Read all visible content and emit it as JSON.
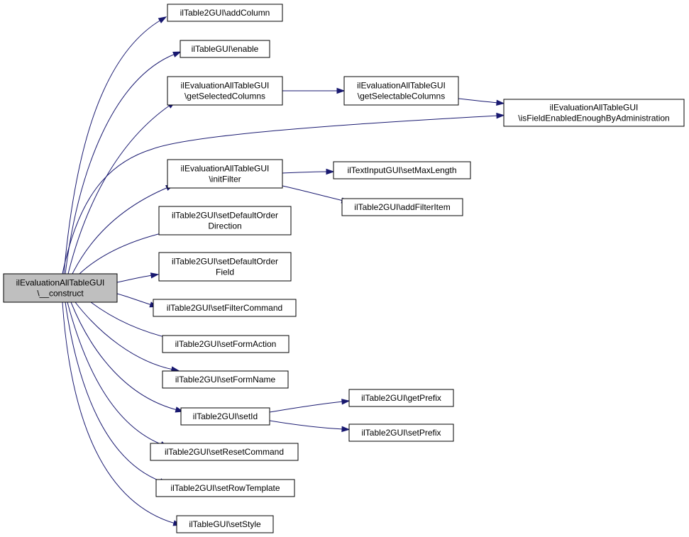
{
  "diagram": {
    "type": "call-graph",
    "colors": {
      "edge": "#191970",
      "root_fill": "#bfbfbf",
      "node_fill": "#ffffff",
      "node_stroke": "#000000"
    },
    "nodes": [
      {
        "id": "root",
        "lines": [
          "ilEvaluationAllTableGUI",
          "\\__construct"
        ]
      },
      {
        "id": "addColumn",
        "lines": [
          "ilTable2GUI\\addColumn"
        ]
      },
      {
        "id": "enable",
        "lines": [
          "ilTableGUI\\enable"
        ]
      },
      {
        "id": "getSelectedColumns",
        "lines": [
          "ilEvaluationAllTableGUI",
          "\\getSelectedColumns"
        ]
      },
      {
        "id": "getSelectableColumns",
        "lines": [
          "ilEvaluationAllTableGUI",
          "\\getSelectableColumns"
        ]
      },
      {
        "id": "isFieldEnabled",
        "lines": [
          "ilEvaluationAllTableGUI",
          "\\isFieldEnabledEnoughByAdministration"
        ]
      },
      {
        "id": "initFilter",
        "lines": [
          "ilEvaluationAllTableGUI",
          "\\initFilter"
        ]
      },
      {
        "id": "setMaxLength",
        "lines": [
          "ilTextInputGUI\\setMaxLength"
        ]
      },
      {
        "id": "addFilterItem",
        "lines": [
          "ilTable2GUI\\addFilterItem"
        ]
      },
      {
        "id": "setDefaultOrderDirection",
        "lines": [
          "ilTable2GUI\\setDefaultOrder",
          "Direction"
        ]
      },
      {
        "id": "setDefaultOrderField",
        "lines": [
          "ilTable2GUI\\setDefaultOrder",
          "Field"
        ]
      },
      {
        "id": "setFilterCommand",
        "lines": [
          "ilTable2GUI\\setFilterCommand"
        ]
      },
      {
        "id": "setFormAction",
        "lines": [
          "ilTable2GUI\\setFormAction"
        ]
      },
      {
        "id": "setFormName",
        "lines": [
          "ilTable2GUI\\setFormName"
        ]
      },
      {
        "id": "setId",
        "lines": [
          "ilTable2GUI\\setId"
        ]
      },
      {
        "id": "getPrefix",
        "lines": [
          "ilTable2GUI\\getPrefix"
        ]
      },
      {
        "id": "setPrefix",
        "lines": [
          "ilTable2GUI\\setPrefix"
        ]
      },
      {
        "id": "setResetCommand",
        "lines": [
          "ilTable2GUI\\setResetCommand"
        ]
      },
      {
        "id": "setRowTemplate",
        "lines": [
          "ilTable2GUI\\setRowTemplate"
        ]
      },
      {
        "id": "setStyle",
        "lines": [
          "ilTableGUI\\setStyle"
        ]
      }
    ],
    "edges": [
      [
        "root",
        "addColumn"
      ],
      [
        "root",
        "enable"
      ],
      [
        "root",
        "getSelectedColumns"
      ],
      [
        "root",
        "isFieldEnabled"
      ],
      [
        "root",
        "initFilter"
      ],
      [
        "root",
        "setDefaultOrderDirection"
      ],
      [
        "root",
        "setDefaultOrderField"
      ],
      [
        "root",
        "setFilterCommand"
      ],
      [
        "root",
        "setFormAction"
      ],
      [
        "root",
        "setFormName"
      ],
      [
        "root",
        "setId"
      ],
      [
        "root",
        "setResetCommand"
      ],
      [
        "root",
        "setRowTemplate"
      ],
      [
        "root",
        "setStyle"
      ],
      [
        "getSelectedColumns",
        "getSelectableColumns"
      ],
      [
        "getSelectableColumns",
        "isFieldEnabled"
      ],
      [
        "initFilter",
        "setMaxLength"
      ],
      [
        "initFilter",
        "addFilterItem"
      ],
      [
        "setId",
        "getPrefix"
      ],
      [
        "setId",
        "setPrefix"
      ]
    ]
  }
}
